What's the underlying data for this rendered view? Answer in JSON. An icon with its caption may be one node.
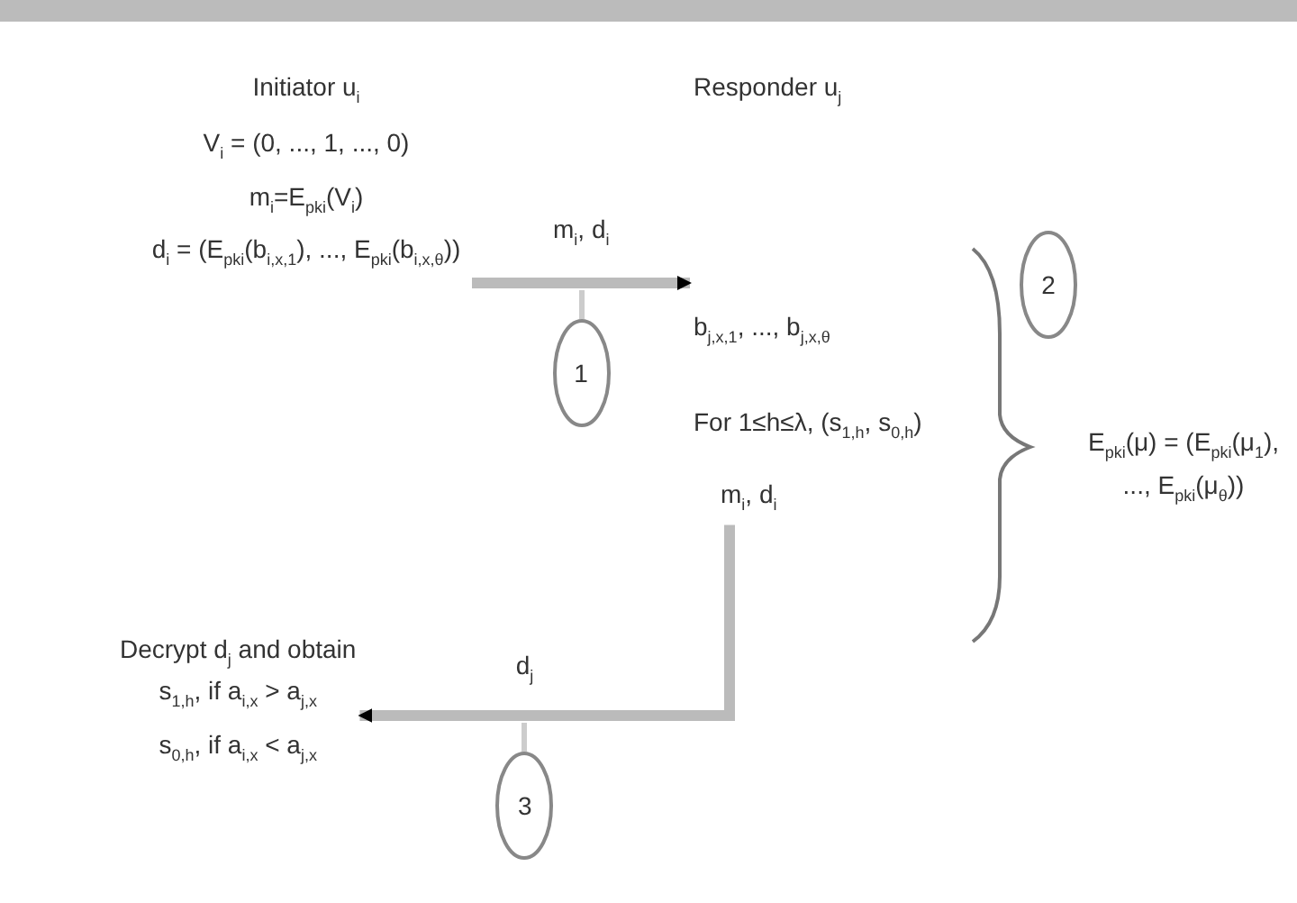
{
  "diagram": {
    "nodes": [
      {
        "text": [
          "Initiator u$_{i}$",
          "V$_{i}$ = (0, ..., 1, ..., 0)",
          "m$_{i}$=E$_{pki}$(V$_{i}$)",
          "d$_{i}$ = (E$_{pki}$(b$_{i,x,1}$), ..., E$_{pki}$(b$_{i,x,θ}$))"
        ]
      },
      {
        "text": [
          "1"
        ]
      },
      {
        "text": [
          "Responder u$_{j}$",
          "b$_{j,x,1}$, ..., b$_{j,x,θ}$",
          "For 1≤h≤λ, (s$_{1,h}$, s$_{0,h}$)",
          "m$_{i}$, d$_{i}$"
        ]
      },
      {
        "text": [
          "2"
        ]
      },
      {
        "text": [
          "Decrypt d$_{j}$ and obtain",
          "s$_{1,h}$, if a$_{i,x}$ > a$_{j,x}$",
          "s$_{0,h}$, if a$_{i,x}$ < a$_{j,x}$"
        ]
      },
      {
        "text": [
          "3"
        ]
      }
    ],
    "edges": [
      {
        "from": 0,
        "to": 2,
        "arrow": "to",
        "label": "m$_{i}$, d$_{i}$"
      },
      {
        "from": 2,
        "to": 4,
        "arrow": "to",
        "label": "d$_{j}$"
      }
    ],
    "labels": [
      "E$_{pki}$(μ) = (E$_{pki}$(μ$_{1}$), ..., E$_{pki}$(μ$_{θ}$))"
    ]
  }
}
